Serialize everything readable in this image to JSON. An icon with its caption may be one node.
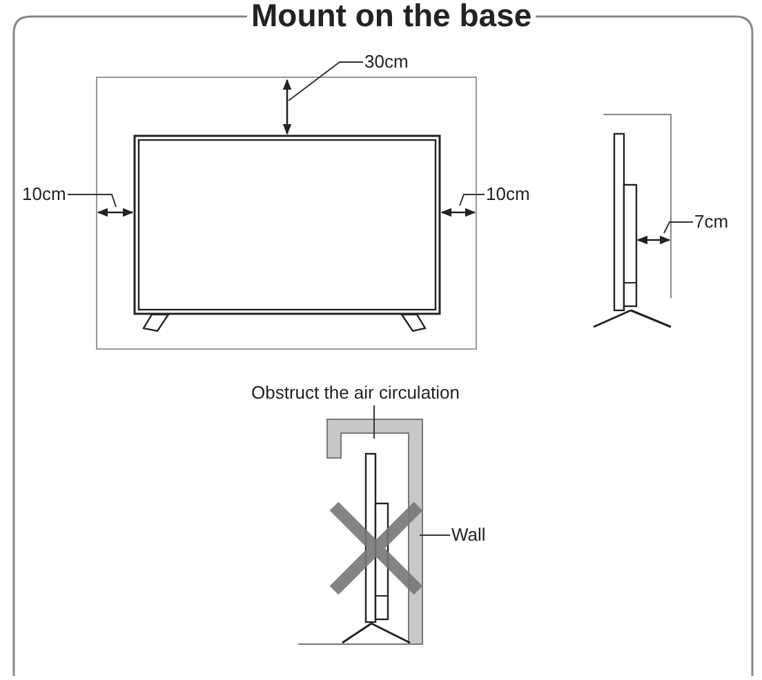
{
  "diagram": {
    "title": "Mount on the base",
    "nodes": [
      {
        "text": [
          "30cm"
        ]
      },
      {
        "text": [
          "10cm"
        ]
      },
      {
        "text": [
          "10cm"
        ]
      },
      {
        "text": [
          "7cm"
        ]
      },
      {
        "text": [
          "Obstruct the air circulation"
        ]
      },
      {
        "text": [
          "Wall"
        ]
      }
    ],
    "edges": [
      {
        "from": 0,
        "to": null,
        "arrow": "none"
      },
      {
        "from": 1,
        "to": null,
        "arrow": "none"
      },
      {
        "from": 2,
        "to": null,
        "arrow": "none"
      },
      {
        "from": 3,
        "to": null,
        "arrow": "none"
      },
      {
        "from": 4,
        "to": null,
        "arrow": "none"
      },
      {
        "from": 5,
        "to": null,
        "arrow": "none"
      }
    ]
  }
}
